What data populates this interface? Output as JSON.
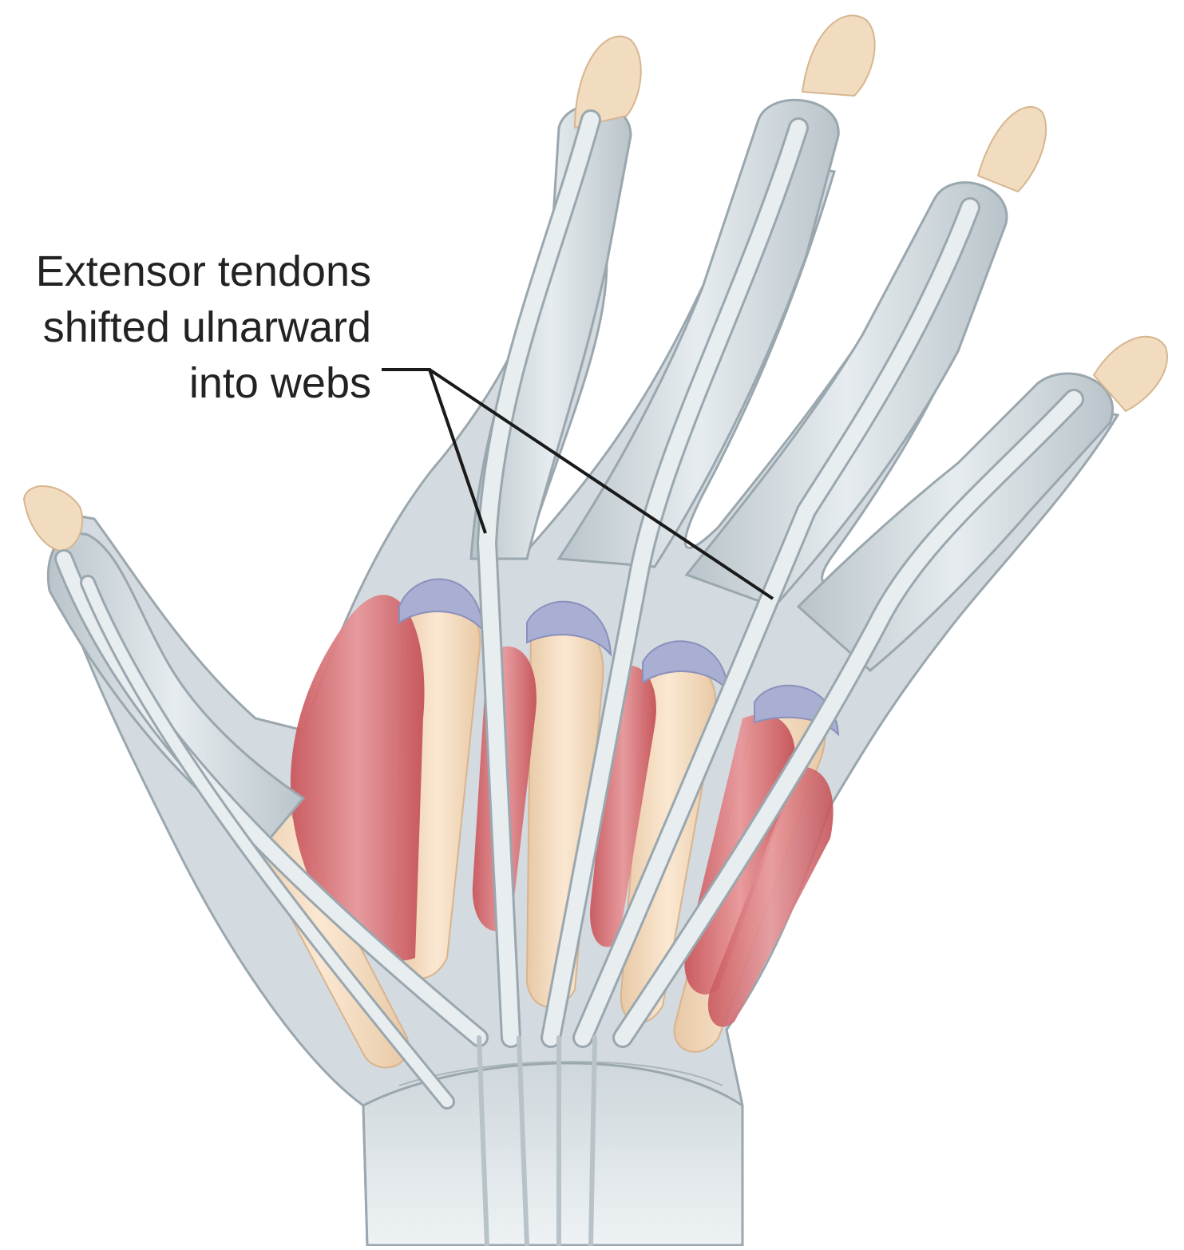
{
  "callout": {
    "lines": [
      "Extensor tendons",
      "shifted ulnarward",
      "into webs"
    ]
  },
  "colors": {
    "sheath": "#cfd8dd",
    "sheath_stroke": "#9aa7ae",
    "tendon": "#e3e9ec",
    "bone": "#f3dcc0",
    "muscle": "#d9767a",
    "cartilage": "#a9aed3",
    "leader": "#1a1a1a"
  }
}
